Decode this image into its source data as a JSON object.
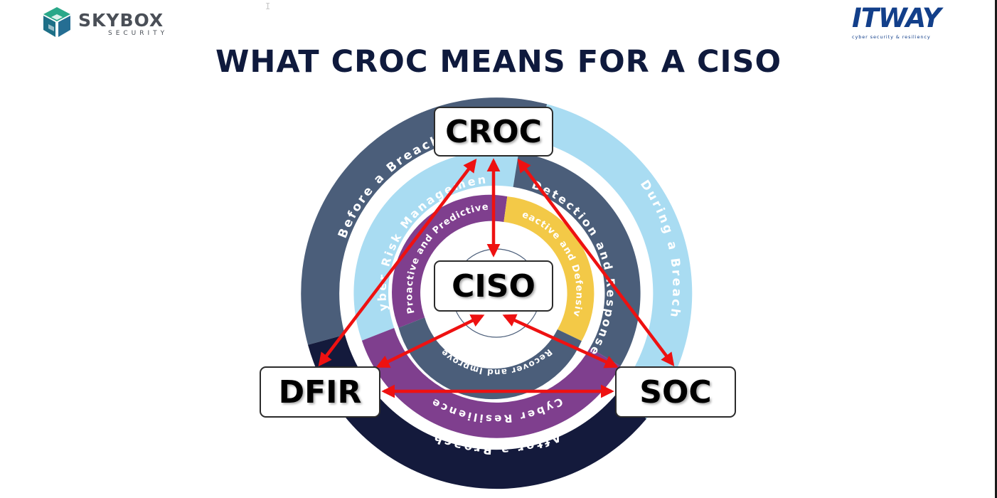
{
  "header": {
    "left_logo": {
      "name": "SKYBOX",
      "sub": "SECURITY"
    },
    "right_logo": {
      "name": "ITWAY",
      "tagline": "cyber security & resiliency"
    }
  },
  "title": "WHAT CROC MEANS FOR A CISO",
  "rings": {
    "outer": {
      "before": "Before a Breach",
      "during": "During a Breach",
      "after": "After a Breach"
    },
    "middle": {
      "cyber_risk": "Cyber Risk Management",
      "detection": "Detection and Response",
      "resilience": "Cyber Resilience"
    },
    "inner": {
      "proactive": "Proactive and Predictive",
      "reactive": "Reactive and Defensive",
      "recover": "Recover and Improve"
    }
  },
  "nodes": {
    "croc": "CROC",
    "ciso": "CISO",
    "dfir": "DFIR",
    "soc": "SOC"
  },
  "colors": {
    "title": "#0f1a3d",
    "outer_before": "#4b5e7a",
    "outer_during": "#a9dcf2",
    "outer_after": "#141a3c",
    "middle_risk": "#a9dcf2",
    "middle_detect": "#4b5e7a",
    "middle_resilience": "#7f3f8e",
    "inner_proactive": "#7f3f8e",
    "inner_reactive": "#f3c947",
    "inner_recover": "#4b5e7a",
    "arrows": "#ee1111"
  }
}
